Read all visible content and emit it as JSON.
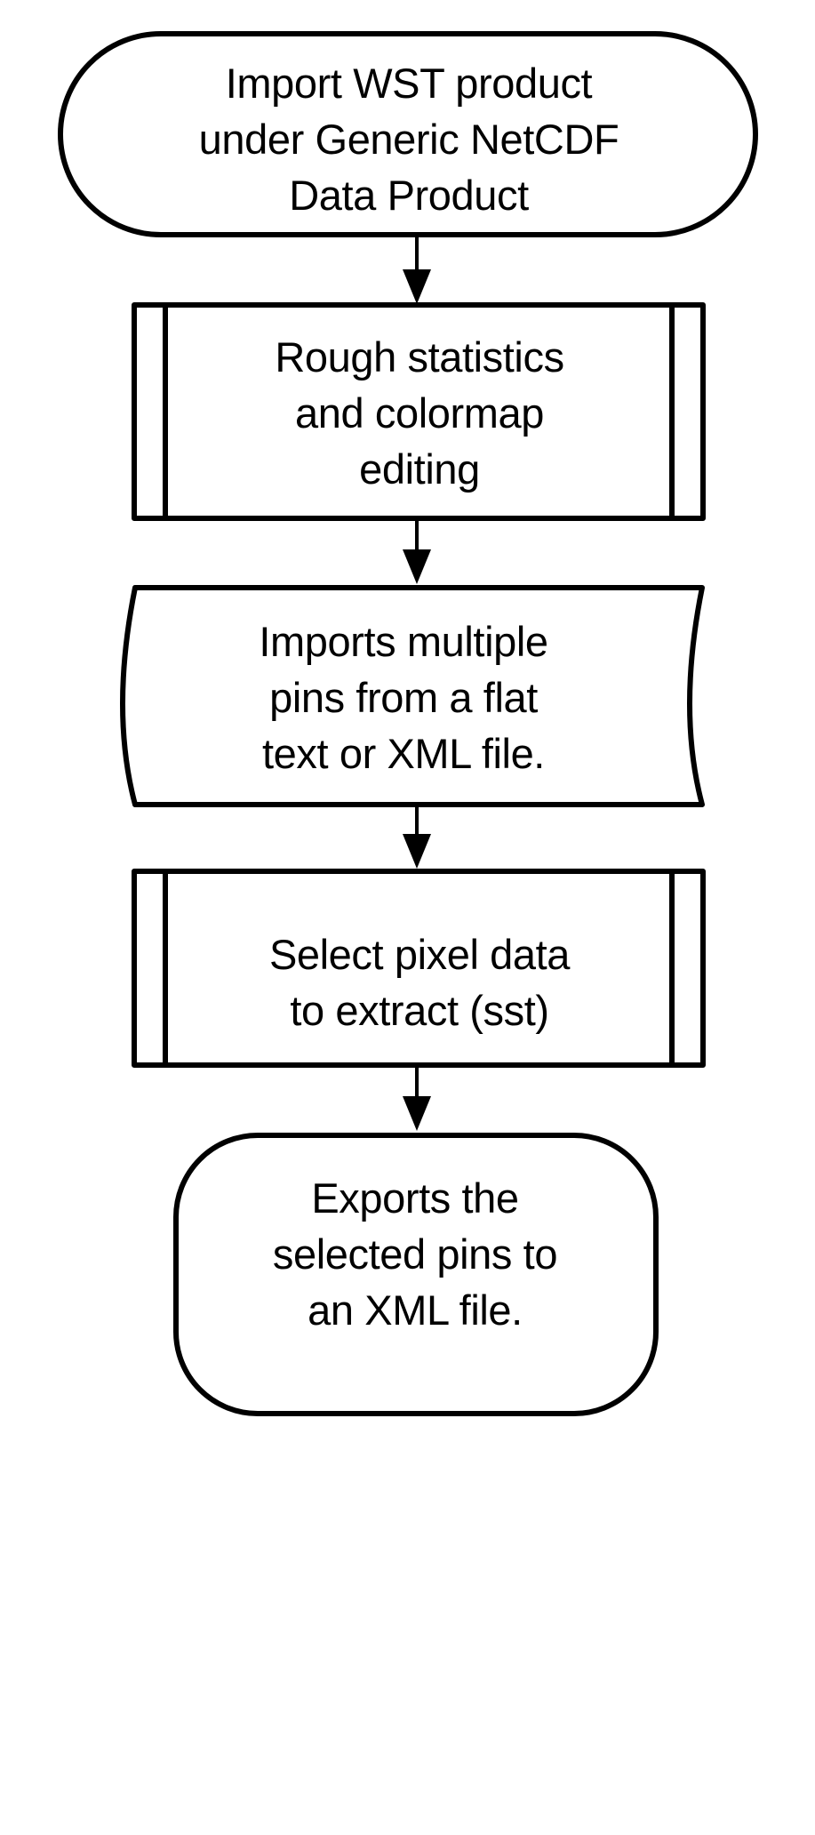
{
  "diagram": {
    "type": "flowchart",
    "orientation": "top-to-bottom",
    "background_color": "#ffffff",
    "stroke_color": "#000000",
    "fill_color": "#ffffff",
    "nodes": [
      {
        "id": "import-wst",
        "shape": "stadium",
        "text": "Import WST product\nunder Generic NetCDF\nData Product"
      },
      {
        "id": "rough-stats",
        "shape": "subroutine",
        "text": "Rough statistics\nand colormap\nediting"
      },
      {
        "id": "import-pins",
        "shape": "document",
        "text": "Imports multiple\npins from a flat\ntext or XML file."
      },
      {
        "id": "select-pixel",
        "shape": "subroutine",
        "text": "Select pixel data\nto extract (sst)"
      },
      {
        "id": "export-pins",
        "shape": "stadium",
        "text": "Exports the\nselected pins to\nan XML file."
      }
    ],
    "edges": [
      {
        "from": "import-wst",
        "to": "rough-stats",
        "label": "",
        "arrow": "down-arrow"
      },
      {
        "from": "rough-stats",
        "to": "import-pins",
        "label": "",
        "arrow": "down-arrow"
      },
      {
        "from": "import-pins",
        "to": "select-pixel",
        "label": "",
        "arrow": "down-arrow"
      },
      {
        "from": "select-pixel",
        "to": "export-pins",
        "label": "",
        "arrow": "down-arrow"
      }
    ]
  }
}
